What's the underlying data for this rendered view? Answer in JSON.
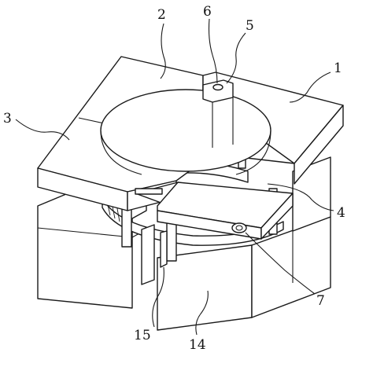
{
  "labels": {
    "part_1": "1",
    "part_2": "2",
    "part_3": "3",
    "part_4": "4",
    "part_5": "5",
    "part_6": "6",
    "part_7": "7",
    "part_14": "14",
    "part_15": "15"
  },
  "colors": {
    "line": "#1a1a1a",
    "background": "#ffffff"
  }
}
